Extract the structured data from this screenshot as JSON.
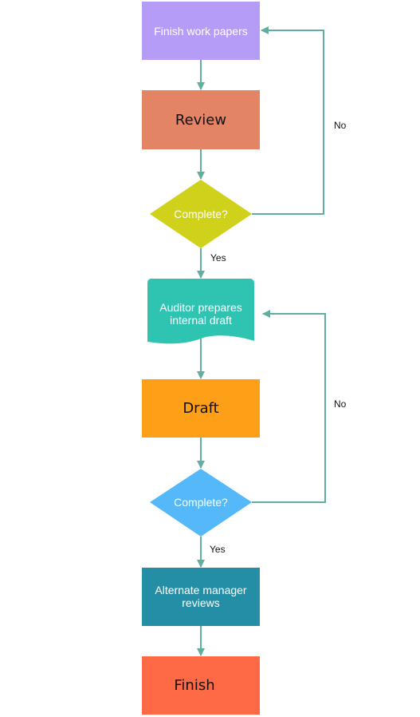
{
  "colors": {
    "connector": "#5fae9f",
    "finish_work_papers": "#b59cf6",
    "review": "#e38465",
    "complete_1": "#cfd11a",
    "auditor_draft": "#2fc4b2",
    "draft": "#fe9f18",
    "complete_2": "#55b8f9",
    "alternate_manager": "#248ea6",
    "finish": "#fe6a45"
  },
  "nodes": {
    "finish_work_papers": "Finish work papers",
    "review": "Review",
    "complete_1": "Complete?",
    "auditor_draft": "Auditor prepares internal draft",
    "draft": "Draft",
    "complete_2": "Complete?",
    "alternate_manager": "Alternate manager reviews",
    "finish": "Finish"
  },
  "edges": {
    "no_1": "No",
    "yes_1": "Yes",
    "no_2": "No",
    "yes_2": "Yes"
  }
}
